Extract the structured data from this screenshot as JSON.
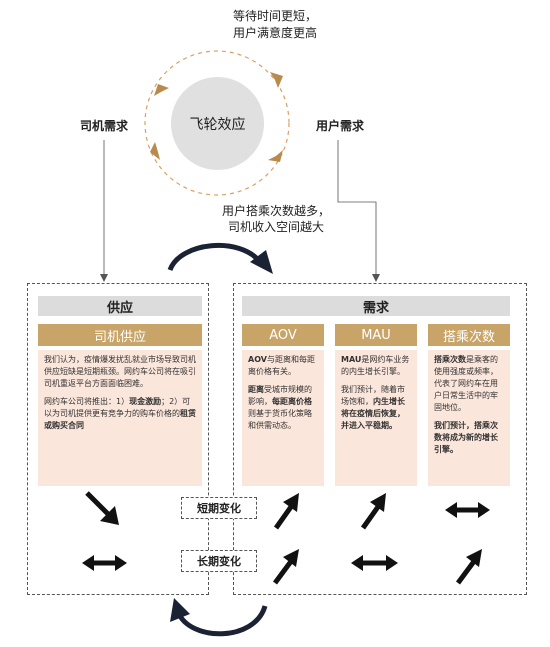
{
  "cycle": {
    "top_line1": "等待时间更短，",
    "top_line2": "用户满意度更高",
    "center": "飞轮效应",
    "left_label": "司机需求",
    "right_label": "用户需求",
    "bottom_line1": "用户搭乘次数越多，",
    "bottom_line2": "司机收入空间越大"
  },
  "supply": {
    "header": "供应",
    "subheader": "司机供应",
    "para1": "我们认为，疫情爆发扰乱就业市场导致司机供应短缺是短期瓶颈。网约车公司将在吸引司机重返平台方面面临困难。",
    "para2_a": "网约车公司将推出：1）",
    "para2_b": "现金激励",
    "para2_c": "；2）可以为司机提供更有竞争力的购车价格的",
    "para2_d": "租赁或购买合同"
  },
  "demand": {
    "header": "需求",
    "columns": [
      {
        "title": "AOV",
        "p1_a": "AOV",
        "p1_b": "与距离和每距离价格有关。",
        "p2_a": "距离",
        "p2_b": "受城市规模的影响，",
        "p2_c": "每距离价格",
        "p2_d": "则基于货币化策略和供需动态。"
      },
      {
        "title": "MAU",
        "p1_a": "MAU",
        "p1_b": "是网约车业务的内生增长引擎。",
        "p2_a": "我们预计，随着市场饱和，",
        "p2_b": "内生增长将在疫情后恢复，并进入平稳期。"
      },
      {
        "title": "搭乘次数",
        "p1_a": "搭乘次数",
        "p1_b": "是乘客的使用强度或频率，代表了网约车在用户日常生活中的牢固地位。",
        "p2_a": "我们预计，搭乘次数将成为新的增长引擎。"
      }
    ]
  },
  "changes": {
    "short_term": "短期变化",
    "long_term": "长期变化"
  }
}
